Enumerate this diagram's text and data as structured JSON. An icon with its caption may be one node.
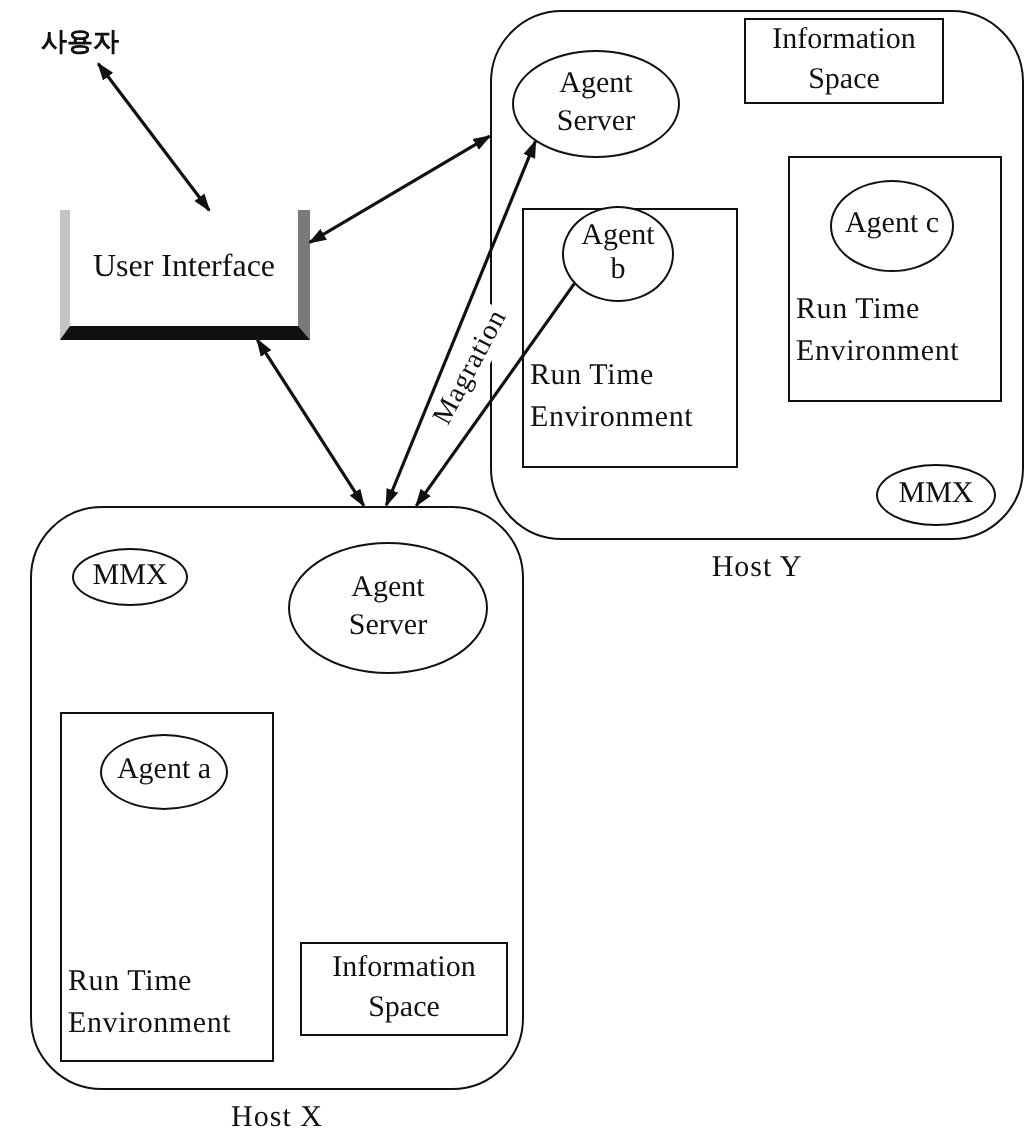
{
  "diagram": {
    "nodes": [
      {
        "text": [
          "사용자"
        ]
      },
      {
        "text": [
          "User Interface"
        ]
      },
      {
        "text": [
          "Host Y"
        ]
      },
      {
        "text": [
          "Agent Server"
        ],
        "in": 2
      },
      {
        "text": [
          "Information Space"
        ],
        "in": 2
      },
      {
        "text": [
          "Run Time Environment"
        ],
        "in": 2
      },
      {
        "text": [
          "Agent b"
        ],
        "in": 5
      },
      {
        "text": [
          "Run Time Environment"
        ],
        "in": 2
      },
      {
        "text": [
          "Agent c"
        ],
        "in": 7
      },
      {
        "text": [
          "MMX"
        ],
        "in": 2
      },
      {
        "text": [
          "Host X"
        ]
      },
      {
        "text": [
          "MMX"
        ],
        "in": 10
      },
      {
        "text": [
          "Agent Server"
        ],
        "in": 10
      },
      {
        "text": [
          "Run Time Environment"
        ],
        "in": 10
      },
      {
        "text": [
          "Agent a"
        ],
        "in": 13
      },
      {
        "text": [
          "Information Space"
        ],
        "in": 10
      }
    ],
    "edges": [
      {
        "from": 0,
        "to": 1,
        "arrow": "both"
      },
      {
        "from": 1,
        "to": 2,
        "arrow": "both"
      },
      {
        "from": 1,
        "to": 10,
        "arrow": "both"
      },
      {
        "from": 10,
        "to": 3,
        "arrow": "both"
      },
      {
        "from": 6,
        "to": 10,
        "arrow": "to",
        "label": "Magration"
      }
    ]
  }
}
